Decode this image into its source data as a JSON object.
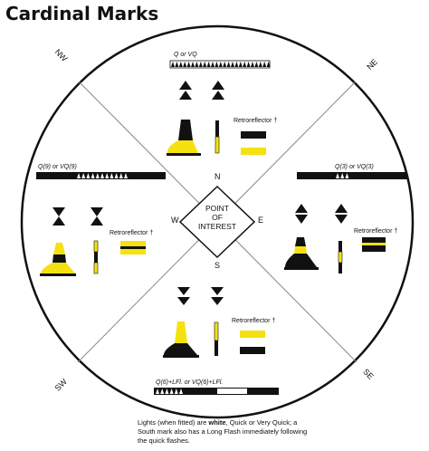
{
  "title": "Cardinal Marks",
  "directions": {
    "n": "N",
    "s": "S",
    "e": "E",
    "w": "W",
    "nw": "NW",
    "ne": "NE",
    "sw": "SW",
    "se": "SE"
  },
  "center": {
    "line1": "POINT",
    "line2": "OF",
    "line3": "INTEREST"
  },
  "north": {
    "light": "Q or VQ",
    "retro": "Retroreflector †"
  },
  "west": {
    "light": "Q(9) or VQ(9)",
    "retro": "Retroreflector †"
  },
  "east": {
    "light": "Q(3) or VQ(3)",
    "retro": "Retroreflector †"
  },
  "south": {
    "light": "Q(6)+LFl. or VQ(6)+LFl.",
    "retro": "Retroreflector †"
  },
  "note": {
    "pre": "Lights (when fitted) are ",
    "white": "white",
    "post": ", Quick or Very Quick; a South mark also has a Long Flash immediately following the quick flashes."
  },
  "colors": {
    "yellow": "#f5e10f",
    "black": "#000000",
    "line": "#888888"
  }
}
